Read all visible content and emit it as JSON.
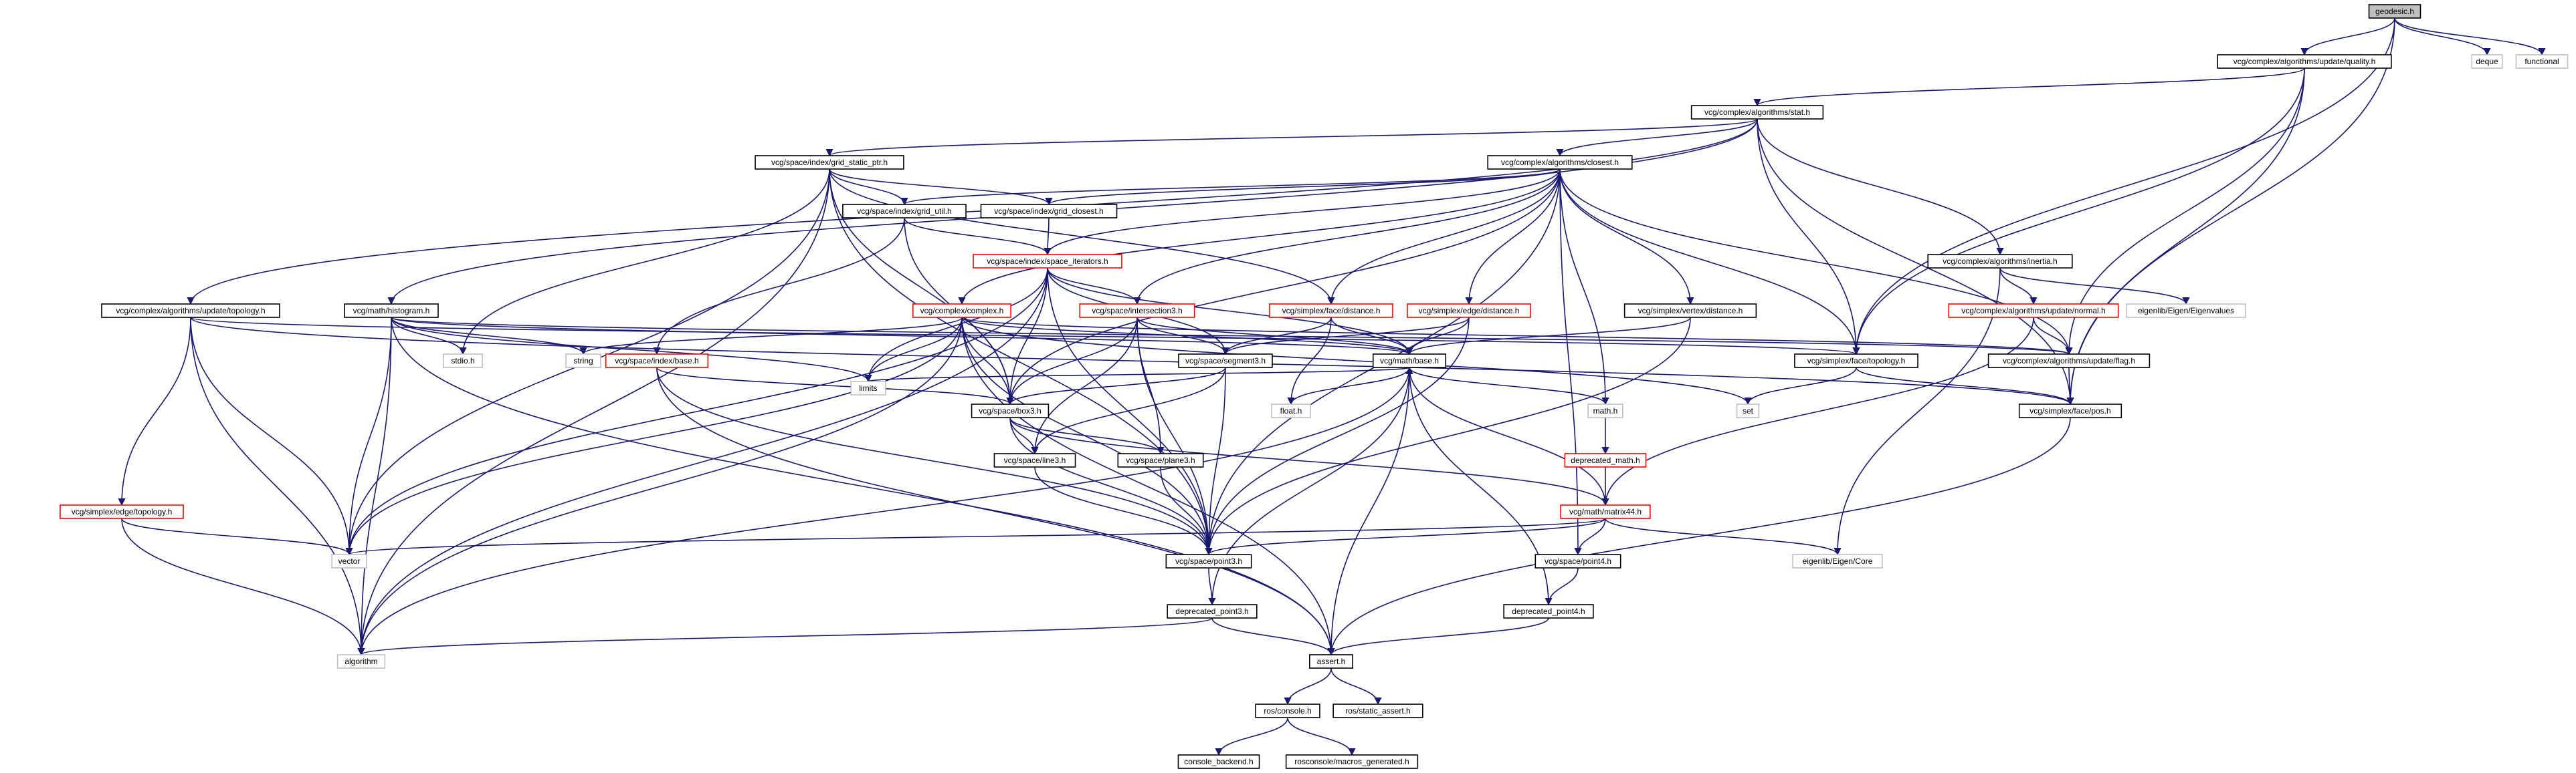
{
  "graph": {
    "nodes": [
      {
        "id": "n0",
        "label": "geodesic.h",
        "style": "root"
      },
      {
        "id": "n1",
        "label": "vcg/complex/algorithms/update/quality.h",
        "style": "doc"
      },
      {
        "id": "n2",
        "label": "deque",
        "style": "std"
      },
      {
        "id": "n3",
        "label": "functional",
        "style": "std"
      },
      {
        "id": "n4",
        "label": "vcg/complex/algorithms/stat.h",
        "style": "doc"
      },
      {
        "id": "n5",
        "label": "vcg/space/index/grid_static_ptr.h",
        "style": "doc"
      },
      {
        "id": "n6",
        "label": "vcg/complex/algorithms/closest.h",
        "style": "doc"
      },
      {
        "id": "n7",
        "label": "vcg/space/index/grid_util.h",
        "style": "doc"
      },
      {
        "id": "n8",
        "label": "vcg/space/index/grid_closest.h",
        "style": "doc"
      },
      {
        "id": "n9",
        "label": "vcg/space/index/space_iterators.h",
        "style": "red"
      },
      {
        "id": "n10",
        "label": "vcg/complex/algorithms/inertia.h",
        "style": "doc"
      },
      {
        "id": "n11",
        "label": "vcg/complex/complex.h",
        "style": "red"
      },
      {
        "id": "n12",
        "label": "vcg/space/intersection3.h",
        "style": "red"
      },
      {
        "id": "n13",
        "label": "vcg/simplex/face/distance.h",
        "style": "red"
      },
      {
        "id": "n14",
        "label": "vcg/simplex/edge/distance.h",
        "style": "red"
      },
      {
        "id": "n15",
        "label": "vcg/simplex/vertex/distance.h",
        "style": "doc"
      },
      {
        "id": "n16",
        "label": "vcg/complex/algorithms/update/normal.h",
        "style": "red"
      },
      {
        "id": "n17",
        "label": "eigenlib/Eigen/Eigenvalues",
        "style": "std"
      },
      {
        "id": "n18",
        "label": "vcg/complex/algorithms/update/topology.h",
        "style": "doc"
      },
      {
        "id": "n19",
        "label": "vcg/math/histogram.h",
        "style": "doc"
      },
      {
        "id": "n20",
        "label": "stdio.h",
        "style": "std"
      },
      {
        "id": "n21",
        "label": "string",
        "style": "std"
      },
      {
        "id": "n22",
        "label": "vcg/space/index/base.h",
        "style": "red"
      },
      {
        "id": "n23",
        "label": "vcg/space/segment3.h",
        "style": "doc"
      },
      {
        "id": "n24",
        "label": "vcg/math/base.h",
        "style": "doc"
      },
      {
        "id": "n25",
        "label": "vcg/simplex/face/topology.h",
        "style": "doc"
      },
      {
        "id": "n26",
        "label": "vcg/complex/algorithms/update/flag.h",
        "style": "doc"
      },
      {
        "id": "n27",
        "label": "limits",
        "style": "std"
      },
      {
        "id": "n28",
        "label": "vcg/space/box3.h",
        "style": "doc"
      },
      {
        "id": "n29",
        "label": "float.h",
        "style": "std"
      },
      {
        "id": "n30",
        "label": "set",
        "style": "std"
      },
      {
        "id": "n31",
        "label": "math.h",
        "style": "std"
      },
      {
        "id": "n32",
        "label": "vcg/simplex/face/pos.h",
        "style": "doc"
      },
      {
        "id": "n33",
        "label": "vcg/space/line3.h",
        "style": "doc"
      },
      {
        "id": "n34",
        "label": "vcg/space/plane3.h",
        "style": "doc"
      },
      {
        "id": "n35",
        "label": "deprecated_math.h",
        "style": "red"
      },
      {
        "id": "n36",
        "label": "vcg/simplex/edge/topology.h",
        "style": "red"
      },
      {
        "id": "n37",
        "label": "vcg/math/matrix44.h",
        "style": "red"
      },
      {
        "id": "n38",
        "label": "vector",
        "style": "std"
      },
      {
        "id": "n39",
        "label": "vcg/space/point3.h",
        "style": "doc"
      },
      {
        "id": "n40",
        "label": "vcg/space/point4.h",
        "style": "doc"
      },
      {
        "id": "n41",
        "label": "eigenlib/Eigen/Core",
        "style": "std"
      },
      {
        "id": "n42",
        "label": "deprecated_point3.h",
        "style": "doc"
      },
      {
        "id": "n43",
        "label": "deprecated_point4.h",
        "style": "doc"
      },
      {
        "id": "n44",
        "label": "algorithm",
        "style": "std"
      },
      {
        "id": "n45",
        "label": "assert.h",
        "style": "doc"
      },
      {
        "id": "n46",
        "label": "ros/console.h",
        "style": "doc"
      },
      {
        "id": "n47",
        "label": "ros/static_assert.h",
        "style": "doc"
      },
      {
        "id": "n48",
        "label": "console_backend.h",
        "style": "doc"
      },
      {
        "id": "n49",
        "label": "rosconsole/macros_generated.h",
        "style": "doc"
      }
    ],
    "edges": [
      [
        "n0",
        "n1"
      ],
      [
        "n0",
        "n2"
      ],
      [
        "n0",
        "n3"
      ],
      [
        "n0",
        "n25"
      ],
      [
        "n0",
        "n32"
      ],
      [
        "n1",
        "n4"
      ],
      [
        "n1",
        "n26"
      ],
      [
        "n1",
        "n25"
      ],
      [
        "n1",
        "n32"
      ],
      [
        "n4",
        "n5"
      ],
      [
        "n4",
        "n6"
      ],
      [
        "n4",
        "n10"
      ],
      [
        "n4",
        "n18"
      ],
      [
        "n4",
        "n19"
      ],
      [
        "n4",
        "n25"
      ],
      [
        "n4",
        "n32"
      ],
      [
        "n5",
        "n7"
      ],
      [
        "n5",
        "n8"
      ],
      [
        "n5",
        "n13"
      ],
      [
        "n5",
        "n20"
      ],
      [
        "n5",
        "n28"
      ],
      [
        "n5",
        "n39"
      ],
      [
        "n5",
        "n38"
      ],
      [
        "n5",
        "n44"
      ],
      [
        "n6",
        "n7"
      ],
      [
        "n6",
        "n8"
      ],
      [
        "n6",
        "n9"
      ],
      [
        "n6",
        "n11"
      ],
      [
        "n6",
        "n12"
      ],
      [
        "n6",
        "n13"
      ],
      [
        "n6",
        "n14"
      ],
      [
        "n6",
        "n15"
      ],
      [
        "n6",
        "n25"
      ],
      [
        "n6",
        "n26"
      ],
      [
        "n6",
        "n31"
      ],
      [
        "n6",
        "n39"
      ],
      [
        "n6",
        "n40"
      ],
      [
        "n6",
        "n28"
      ],
      [
        "n7",
        "n9"
      ],
      [
        "n7",
        "n22"
      ],
      [
        "n7",
        "n28"
      ],
      [
        "n8",
        "n9"
      ],
      [
        "n9",
        "n12"
      ],
      [
        "n9",
        "n23"
      ],
      [
        "n9",
        "n28"
      ],
      [
        "n9",
        "n24"
      ],
      [
        "n9",
        "n27"
      ],
      [
        "n9",
        "n38"
      ],
      [
        "n9",
        "n39"
      ],
      [
        "n9",
        "n44"
      ],
      [
        "n10",
        "n16"
      ],
      [
        "n10",
        "n17"
      ],
      [
        "n10",
        "n41"
      ],
      [
        "n11",
        "n24"
      ],
      [
        "n11",
        "n21"
      ],
      [
        "n11",
        "n27"
      ],
      [
        "n11",
        "n38"
      ],
      [
        "n11",
        "n44"
      ],
      [
        "n11",
        "n45"
      ],
      [
        "n11",
        "n39"
      ],
      [
        "n11",
        "n30"
      ],
      [
        "n11",
        "n26"
      ],
      [
        "n11",
        "n28"
      ],
      [
        "n12",
        "n23"
      ],
      [
        "n12",
        "n33"
      ],
      [
        "n12",
        "n34"
      ],
      [
        "n12",
        "n39"
      ],
      [
        "n12",
        "n24"
      ],
      [
        "n12",
        "n28"
      ],
      [
        "n13",
        "n23"
      ],
      [
        "n13",
        "n24"
      ],
      [
        "n13",
        "n29"
      ],
      [
        "n14",
        "n24"
      ],
      [
        "n14",
        "n23"
      ],
      [
        "n14",
        "n39"
      ],
      [
        "n15",
        "n24"
      ],
      [
        "n15",
        "n39"
      ],
      [
        "n16",
        "n26"
      ],
      [
        "n16",
        "n37"
      ],
      [
        "n18",
        "n36"
      ],
      [
        "n18",
        "n38"
      ],
      [
        "n18",
        "n44"
      ],
      [
        "n18",
        "n25"
      ],
      [
        "n18",
        "n32"
      ],
      [
        "n19",
        "n20"
      ],
      [
        "n19",
        "n21"
      ],
      [
        "n19",
        "n24"
      ],
      [
        "n19",
        "n27"
      ],
      [
        "n19",
        "n38"
      ],
      [
        "n19",
        "n44"
      ],
      [
        "n19",
        "n45"
      ],
      [
        "n19",
        "n26"
      ],
      [
        "n22",
        "n28"
      ],
      [
        "n22",
        "n39"
      ],
      [
        "n22",
        "n45"
      ],
      [
        "n23",
        "n28"
      ],
      [
        "n23",
        "n33"
      ],
      [
        "n23",
        "n39"
      ],
      [
        "n24",
        "n31"
      ],
      [
        "n24",
        "n29"
      ],
      [
        "n24",
        "n27"
      ],
      [
        "n24",
        "n44"
      ],
      [
        "n24",
        "n45"
      ],
      [
        "n25",
        "n30"
      ],
      [
        "n25",
        "n32"
      ],
      [
        "n26",
        "n32"
      ],
      [
        "n28",
        "n33"
      ],
      [
        "n28",
        "n34"
      ],
      [
        "n28",
        "n39"
      ],
      [
        "n28",
        "n37"
      ],
      [
        "n31",
        "n35"
      ],
      [
        "n32",
        "n45"
      ],
      [
        "n33",
        "n39"
      ],
      [
        "n34",
        "n39"
      ],
      [
        "n35",
        "n37"
      ],
      [
        "n36",
        "n38"
      ],
      [
        "n36",
        "n44"
      ],
      [
        "n37",
        "n24"
      ],
      [
        "n37",
        "n38"
      ],
      [
        "n37",
        "n39"
      ],
      [
        "n37",
        "n40"
      ],
      [
        "n37",
        "n41"
      ],
      [
        "n39",
        "n42"
      ],
      [
        "n40",
        "n43"
      ],
      [
        "n42",
        "n24"
      ],
      [
        "n42",
        "n44"
      ],
      [
        "n42",
        "n45"
      ],
      [
        "n43",
        "n24"
      ],
      [
        "n43",
        "n45"
      ],
      [
        "n45",
        "n46"
      ],
      [
        "n45",
        "n47"
      ],
      [
        "n46",
        "n48"
      ],
      [
        "n46",
        "n49"
      ]
    ]
  }
}
